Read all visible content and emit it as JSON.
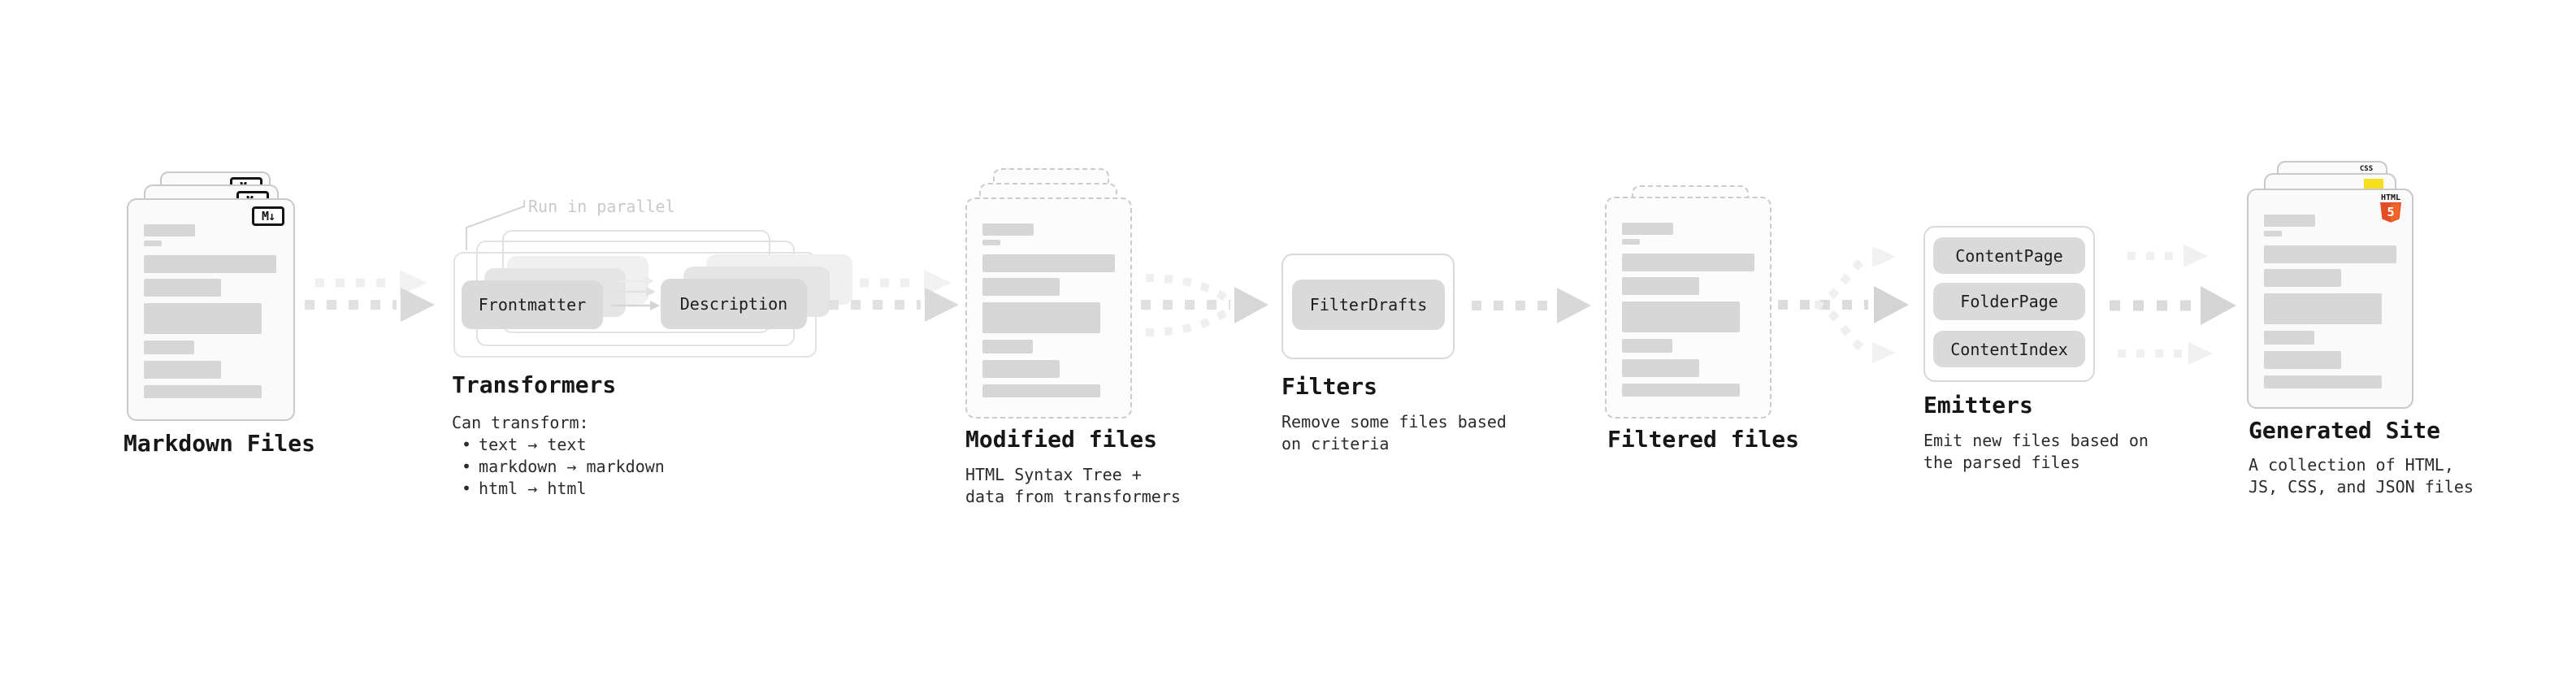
{
  "diagram": {
    "stages": {
      "markdown": {
        "title": "Markdown Files",
        "badge": "M↓"
      },
      "transformers": {
        "title": "Transformers",
        "annotation": "Run in parallel",
        "input_pill": "Frontmatter",
        "output_pill": "Description",
        "desc_heading": "Can transform:",
        "bullet": "•",
        "bullets": [
          "text → text",
          "markdown → markdown",
          "html → html"
        ]
      },
      "modified_files": {
        "title": "Modified files",
        "desc": [
          "HTML Syntax Tree +",
          "data from transformers"
        ]
      },
      "filters": {
        "title": "Filters",
        "pill": "FilterDrafts",
        "desc": [
          "Remove some files based",
          "on criteria"
        ]
      },
      "filtered_files": {
        "title": "Filtered files"
      },
      "emitters": {
        "title": "Emitters",
        "pills": [
          "ContentPage",
          "FolderPage",
          "ContentIndex"
        ],
        "desc": [
          "Emit new files based on",
          "the parsed files"
        ]
      },
      "generated_site": {
        "title": "Generated Site",
        "desc": [
          "A collection of HTML,",
          "JS, CSS, and JSON files"
        ],
        "badges": {
          "css": "CSS",
          "html": "HTML",
          "html_number": "5"
        }
      }
    },
    "colors": {
      "page_fill": "#fafafa",
      "page_border": "#c9c9c9",
      "bar_gray": "#d6d6d6",
      "pill_gray": "#dadada",
      "arrow_gray": "#d8d8d8",
      "arrow_light": "#f0f0f0",
      "annotation_gray": "#c9c9c9",
      "html5_orange": "#e44d26",
      "html5_orange_light": "#f16529",
      "js_yellow": "#f7df1e",
      "css_blue": "#2760e6"
    }
  }
}
